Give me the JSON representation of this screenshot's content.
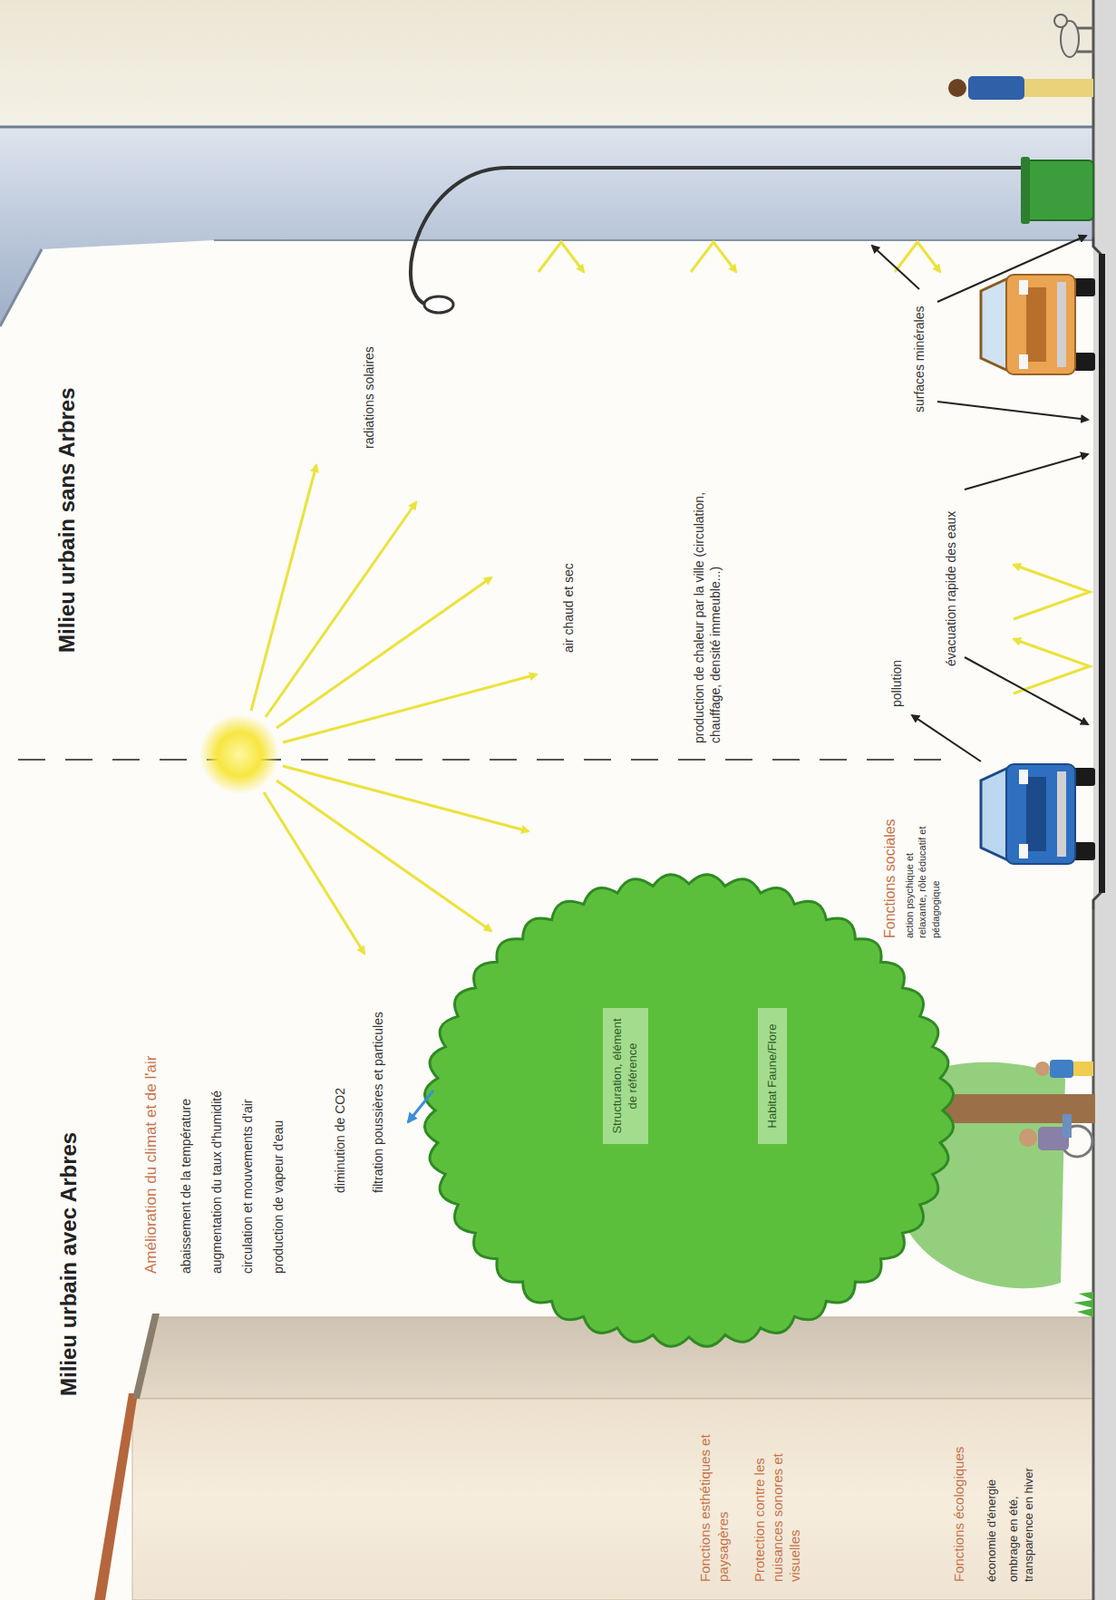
{
  "diagram": {
    "nodes": [
      {
        "text": [
          "Structuration, élément de référence"
        ]
      },
      {
        "text": [
          "Habitat Faune/Flore"
        ]
      }
    ],
    "labels": [
      "Milieu urbain avec Arbres",
      "Milieu urbain sans Arbres",
      "Amélioration du climat et de l'air",
      "abaissement de la température",
      "augmentation du taux d'humidité",
      "circulation et mouvements d'air",
      "production de vapeur d'eau",
      "diminution de CO2",
      "filtration poussières et particules",
      "radiations solaires",
      "air chaud et sec",
      "production de chaleur par la ville (circulation, chauffage, densité immeuble...)",
      "Fonctions sociales",
      "action psychique et relaxante, rôle éducatif et pédagogique",
      "pollution",
      "évacuation rapide des eaux",
      "surfaces minérales",
      "Fonctions esthétiques et paysagères",
      "Protection contre les nuisances sonores et visuelles",
      "Fonctions écologiques",
      "économie d'énergie",
      "ombrage en été, transparence en hiver"
    ]
  }
}
